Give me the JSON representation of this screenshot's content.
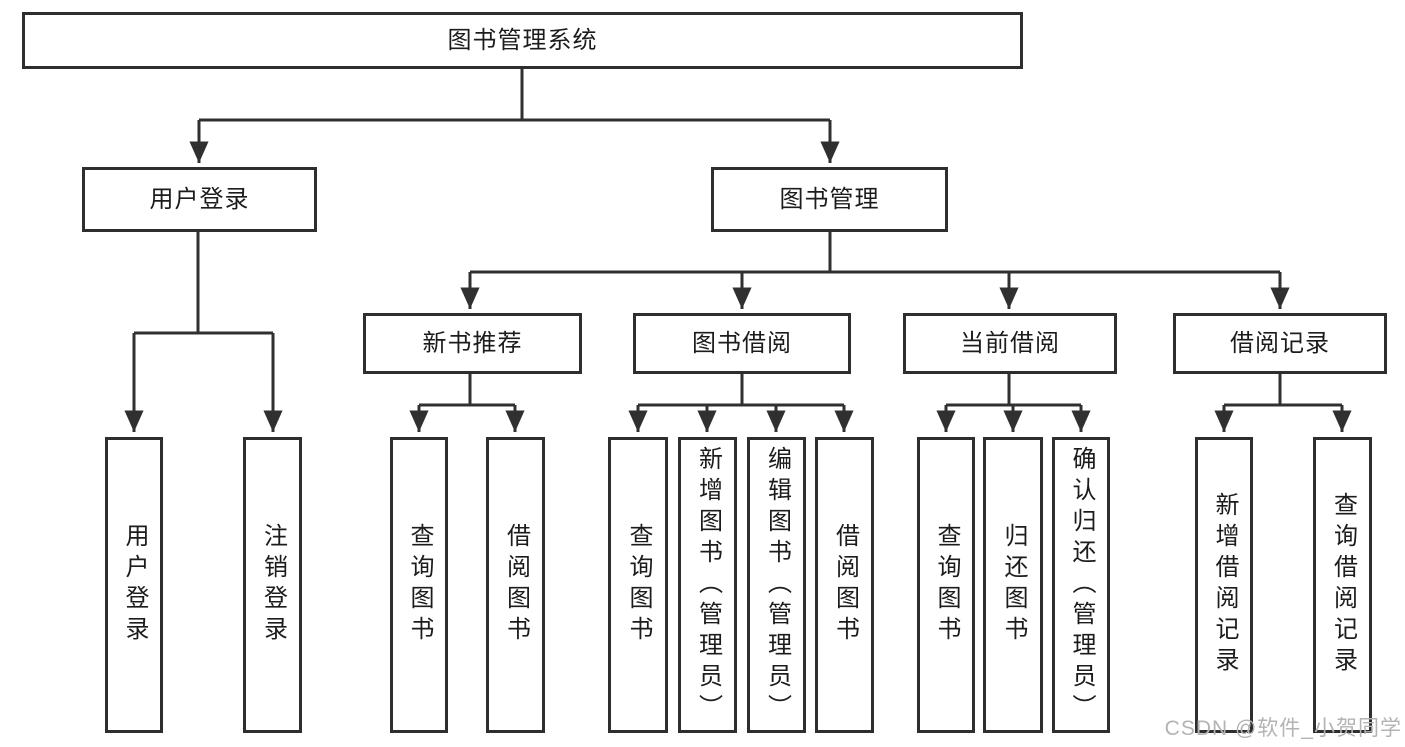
{
  "diagram": {
    "root": {
      "label": "图书管理系统"
    },
    "level2": [
      {
        "label": "用户登录"
      },
      {
        "label": "图书管理"
      }
    ],
    "level3": [
      {
        "label": "新书推荐"
      },
      {
        "label": "图书借阅"
      },
      {
        "label": "当前借阅"
      },
      {
        "label": "借阅记录"
      }
    ],
    "leaves": {
      "user_login": [
        {
          "label": "用户登录"
        },
        {
          "label": "注销登录"
        }
      ],
      "new_book": [
        {
          "label": "查询图书"
        },
        {
          "label": "借阅图书"
        }
      ],
      "book_borrow": [
        {
          "label": "查询图书"
        },
        {
          "label": "新增图书（管理员）"
        },
        {
          "label": "编辑图书（管理员）"
        },
        {
          "label": "借阅图书"
        }
      ],
      "current_borrow": [
        {
          "label": "查询图书"
        },
        {
          "label": "归还图书"
        },
        {
          "label": "确认归还（管理员）"
        }
      ],
      "borrow_record": [
        {
          "label": "新增借阅记录"
        },
        {
          "label": "查询借阅记录"
        }
      ]
    }
  },
  "watermark": {
    "text": "CSDN @软件_小贺同学"
  },
  "colors": {
    "line": "#303030",
    "border": "#2e2e2e",
    "text": "#1c1c1c",
    "watermark": "#b3b3b3",
    "background": "#ffffff"
  }
}
